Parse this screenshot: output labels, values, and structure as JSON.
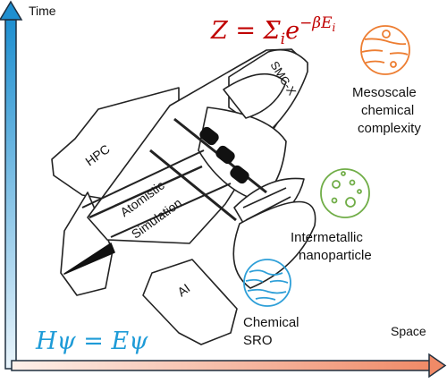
{
  "axes": {
    "y_label": "Time",
    "x_label": "Space"
  },
  "equations": {
    "partition_function": "Z = Σᵢe⁻ᵝᴱᵢ",
    "partition_lhs": "Z = Σ",
    "partition_sub": "i",
    "partition_base": "e",
    "partition_exp": "−βE",
    "partition_exp_sub": "i",
    "schrodinger": "Hψ = Eψ"
  },
  "shuttle": {
    "nose_label": "SMC-X",
    "upper_wing_label": "HPC",
    "lower_wing_label": "AI",
    "body_label_line1": "Atomistic",
    "body_label_line2": "Simulation"
  },
  "regimes": [
    {
      "line1": "Mesoscale",
      "line2": "chemical",
      "line3": "complexity",
      "icon": "planet-icon",
      "color": "#ED7D31"
    },
    {
      "line1": "Intermetallic",
      "line2": "nanoparticle",
      "icon": "nanoparticle-icon",
      "color": "#70AD47"
    },
    {
      "line1": "Chemical",
      "line2": "SRO",
      "icon": "sro-icon",
      "color": "#2E9FD8"
    }
  ],
  "colors": {
    "equation_red": "#C00000",
    "equation_blue": "#1E9BD7",
    "time_axis": "#1E8FD0",
    "space_axis": "#F3B39B"
  }
}
